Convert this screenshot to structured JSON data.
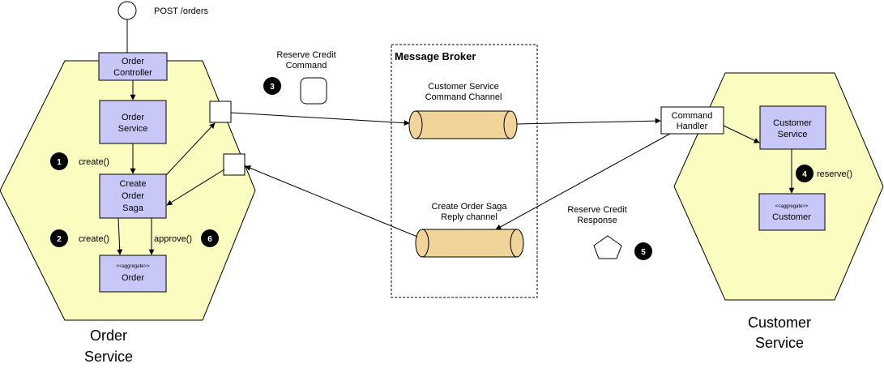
{
  "entry": {
    "label": "POST /orders"
  },
  "order_service": {
    "title_line1": "Order",
    "title_line2": "Service",
    "controller": {
      "line1": "Order",
      "line2": "Controller"
    },
    "service": {
      "line1": "Order",
      "line2": "Service"
    },
    "saga": {
      "line1": "Create",
      "line2": "Order",
      "line3": "Saga"
    },
    "order": {
      "stereotype": "<<aggregate>>",
      "name": "Order"
    },
    "labels": {
      "create1": "create()",
      "create2": "create()",
      "approve": "approve()"
    }
  },
  "customer_service": {
    "title_line1": "Customer",
    "title_line2": "Service",
    "handler": {
      "line1": "Command",
      "line2": "Handler"
    },
    "service": {
      "line1": "Customer",
      "line2": "Service"
    },
    "customer": {
      "stereotype": "<<aggregate>>",
      "name": "Customer"
    },
    "labels": {
      "reserve": "reserve()"
    }
  },
  "broker": {
    "title": "Message Broker",
    "command_channel": {
      "line1": "Customer Service",
      "line2": "Command Channel"
    },
    "reply_channel": {
      "line1": "Create Order Saga",
      "line2": "Reply channel"
    }
  },
  "messages": {
    "command": {
      "line1": "Reserve Credit",
      "line2": "Command"
    },
    "response": {
      "line1": "Reserve Credit",
      "line2": "Response"
    }
  },
  "badges": [
    "1",
    "2",
    "3",
    "4",
    "5",
    "6"
  ],
  "colors": {
    "hexagon_fill": "#fafcc0",
    "box_fill": "#c8c8f8",
    "channel_fill": "#f0d49a"
  }
}
